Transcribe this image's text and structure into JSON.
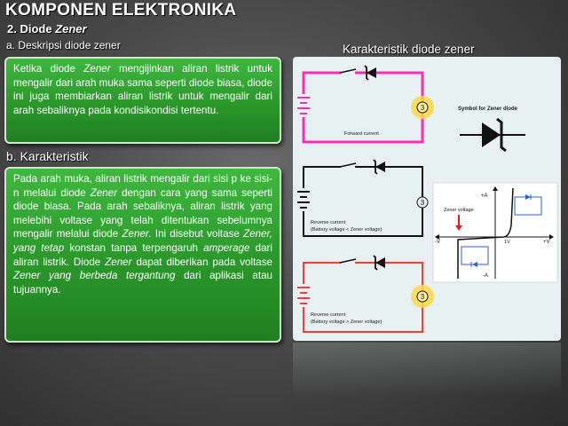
{
  "title": "KOMPONEN ELEKTRONIKA",
  "subtitle": {
    "prefix": "2. Diode ",
    "italic": "Zener"
  },
  "section_a": "a. Deskripsi diode zener",
  "section_b": "b. Karakteristik",
  "description": {
    "p1": "Ketika diode ",
    "zener1": "Zener",
    "p2": " mengijinkan aliran listrik untuk mengalir dari arah muka sama seperti diode biasa, diode ini juga membiarkan aliran listrik untuk mengalir dari arah sebaliknya pada kondisikondisi tertentu."
  },
  "characteristic": {
    "t1": "Pada arah muka, aliran listrik mengalir dari sisi p ke sisi-n melalui diode ",
    "i1": "Zener",
    "t2": " dengan cara yang sama seperti diode biasa. Pada arah sebaliknya, aliran listrik yang melebihi voltase yang telah ditentukan sebelumnya mengalir melalui diode ",
    "i2": "Zener.",
    "t3": " Ini disebut voltase ",
    "i3": "Zener, yang tetap",
    "t4": " konstan tanpa terpengaruh ",
    "i4": "amperage",
    "t5": " dari aliran listrik. Diode ",
    "i5": "Zener",
    "t6": "  dapat diberikan pada voltase ",
    "i6": "Zener yang berbeda tergantung",
    "t7": " dari aplikasi atau tujuannya."
  },
  "figure": {
    "title": "Karakteristik diode zener",
    "forward_current": "Forward current",
    "symbol_label": "Symbol for Zener diode",
    "reverse1_line1": "Reverse current",
    "reverse1_line2": "(Battery voltage < Zener voltage)",
    "reverse2_line1": "Reverse current",
    "reverse2_line2": "(Battery voltage > Zener voltage)",
    "graph": {
      "plus_a": "+A",
      "minus_a": "-A",
      "minus_v": "-V",
      "plus_v": "+V",
      "one_v": "1V",
      "zener_voltage": "Zener voltage"
    },
    "colors": {
      "forward": "#ff2db4",
      "off": "#111111",
      "reverse_on": "#ff3a3a",
      "glow": "#ffd84a"
    }
  }
}
